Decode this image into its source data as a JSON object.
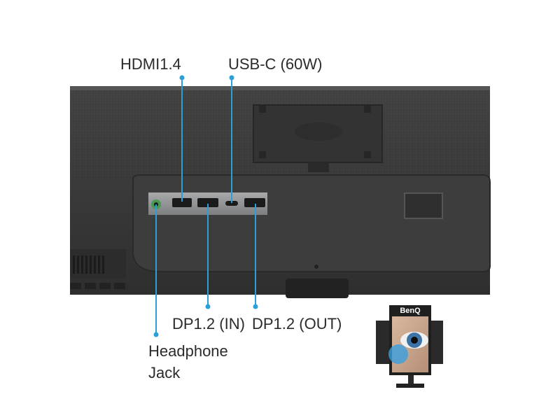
{
  "labels": {
    "hdmi": "HDMI1.4",
    "usbc": "USB-C (60W)",
    "dp_in": "DP1.2 (IN)",
    "dp_out": "DP1.2 (OUT)",
    "headphone_line1": "Headphone",
    "headphone_line2": "Jack"
  },
  "logo": {
    "brand": "BenQ"
  },
  "colors": {
    "callout": "#2a9fd8",
    "monitor_body": "#3a3a3a",
    "port_panel": "#8f9193",
    "label_text": "#2b2b2b"
  }
}
